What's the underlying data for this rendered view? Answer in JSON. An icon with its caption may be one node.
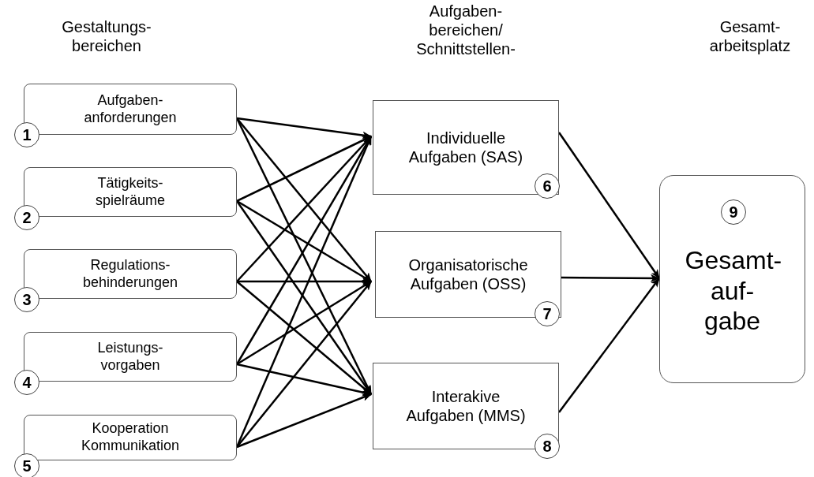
{
  "diagram": {
    "nodes": [
      {
        "text": [
          "Aufgaben- anforderungen",
          "1"
        ]
      },
      {
        "text": [
          "Tätigkeits- spielräume",
          "2"
        ]
      },
      {
        "text": [
          "Regulations- behinderungen",
          "3"
        ]
      },
      {
        "text": [
          "Leistungs- vorgaben",
          "4"
        ]
      },
      {
        "text": [
          "Kooperation Kommunikation",
          "5"
        ]
      },
      {
        "text": [
          "Individuelle Aufgaben (SAS)",
          "6"
        ]
      },
      {
        "text": [
          "Organisatorische Aufgaben (OSS)",
          "7"
        ]
      },
      {
        "text": [
          "Interakive Aufgaben (MMS)",
          "8"
        ]
      },
      {
        "text": [
          "9",
          "Gesamt- auf- gabe"
        ]
      }
    ],
    "edges": [
      {
        "from": 0,
        "to": 5,
        "arrow": "to"
      },
      {
        "from": 0,
        "to": 6,
        "arrow": "to"
      },
      {
        "from": 0,
        "to": 7,
        "arrow": "to"
      },
      {
        "from": 1,
        "to": 5,
        "arrow": "to"
      },
      {
        "from": 1,
        "to": 6,
        "arrow": "to"
      },
      {
        "from": 1,
        "to": 7,
        "arrow": "to"
      },
      {
        "from": 2,
        "to": 5,
        "arrow": "to"
      },
      {
        "from": 2,
        "to": 6,
        "arrow": "to"
      },
      {
        "from": 2,
        "to": 7,
        "arrow": "to"
      },
      {
        "from": 3,
        "to": 5,
        "arrow": "to"
      },
      {
        "from": 3,
        "to": 6,
        "arrow": "to"
      },
      {
        "from": 3,
        "to": 7,
        "arrow": "to"
      },
      {
        "from": 4,
        "to": 5,
        "arrow": "to"
      },
      {
        "from": 4,
        "to": 6,
        "arrow": "to"
      },
      {
        "from": 4,
        "to": 7,
        "arrow": "to"
      },
      {
        "from": 5,
        "to": 8,
        "arrow": "to"
      },
      {
        "from": 6,
        "to": 8,
        "arrow": "to"
      },
      {
        "from": 7,
        "to": 8,
        "arrow": "to"
      }
    ],
    "labels": [
      "Gestaltungs- bereichen",
      "Aufgaben- bereichen/ Schnittstellen-",
      "Gesamt- arbeitsplatz"
    ]
  }
}
